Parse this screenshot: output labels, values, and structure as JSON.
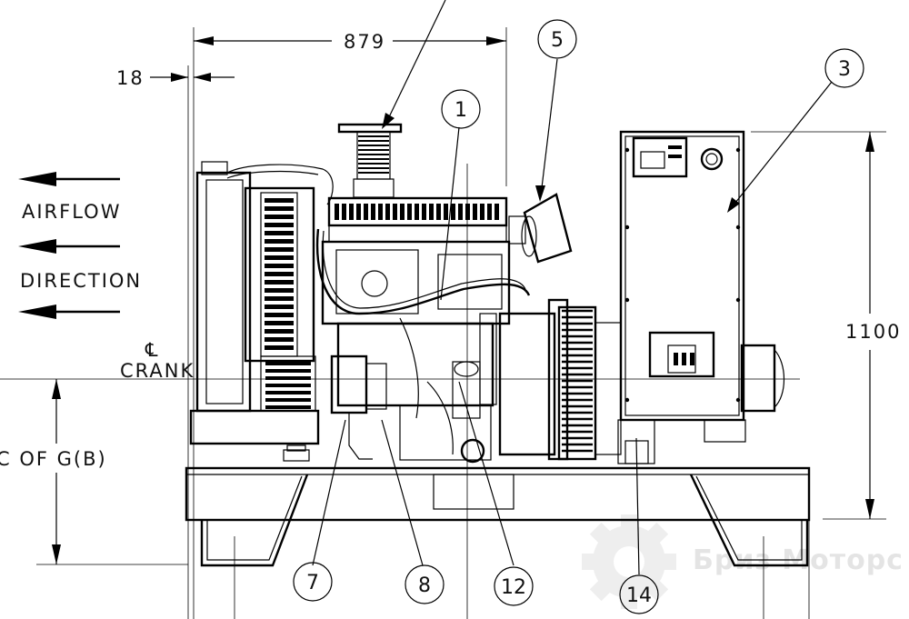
{
  "dimensions": {
    "width_label": "879",
    "offset_label": "18",
    "height_label": "1100"
  },
  "labels": {
    "airflow": "AIRFLOW",
    "direction": "DIRECTION",
    "crank_symbol": "℄",
    "crank": "CRANK",
    "cog": "C OF G(B)"
  },
  "callouts": [
    "1",
    "3",
    "5",
    "7",
    "8",
    "12",
    "14"
  ],
  "watermark": "Бриз Моторс",
  "colors": {
    "line": "#000000",
    "background": "#ffffff",
    "watermark": "#e4e4e4"
  }
}
